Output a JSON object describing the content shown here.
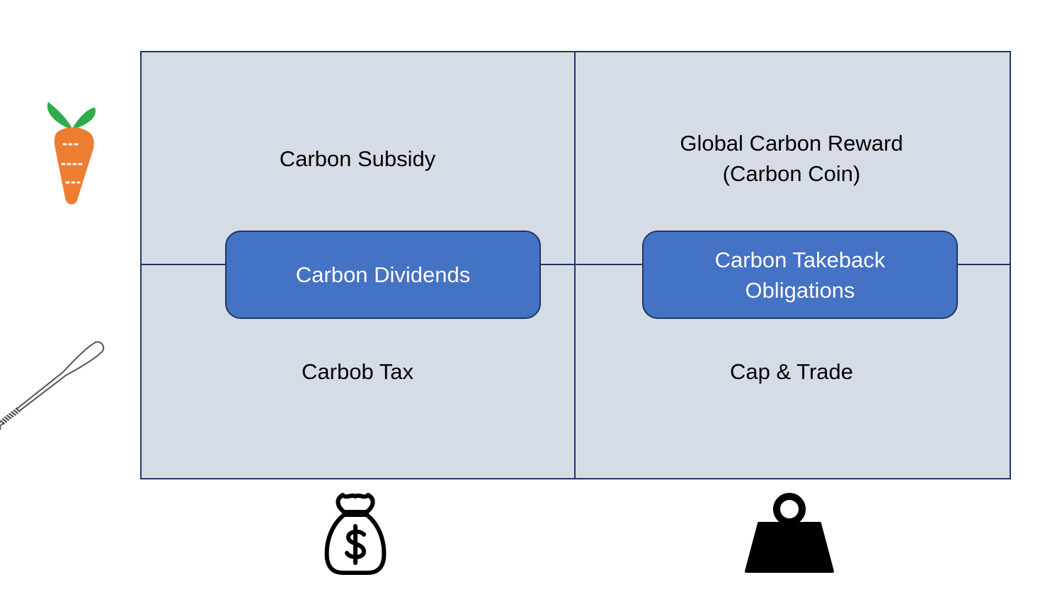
{
  "quadrants": {
    "top_left": "Carbon Subsidy",
    "top_right_line1": "Global Carbon Reward",
    "top_right_line2": "(Carbon Coin)",
    "bottom_left": "Carbob Tax",
    "bottom_right": "Cap & Trade"
  },
  "center_boxes": {
    "left": "Carbon Dividends",
    "right_line1": "Carbon Takeback",
    "right_line2": "Obligations"
  },
  "icons": {
    "row_top": "carrot-icon",
    "row_bottom": "baseball-bat-icon",
    "col_left": "money-bag-icon",
    "col_right": "weight-icon"
  },
  "colors": {
    "grid_fill": "#d6dce5",
    "grid_border": "#1f3864",
    "pill_fill": "#4472c4",
    "carrot": "#ed7d31",
    "carrot_leaf": "#2eab4a"
  }
}
